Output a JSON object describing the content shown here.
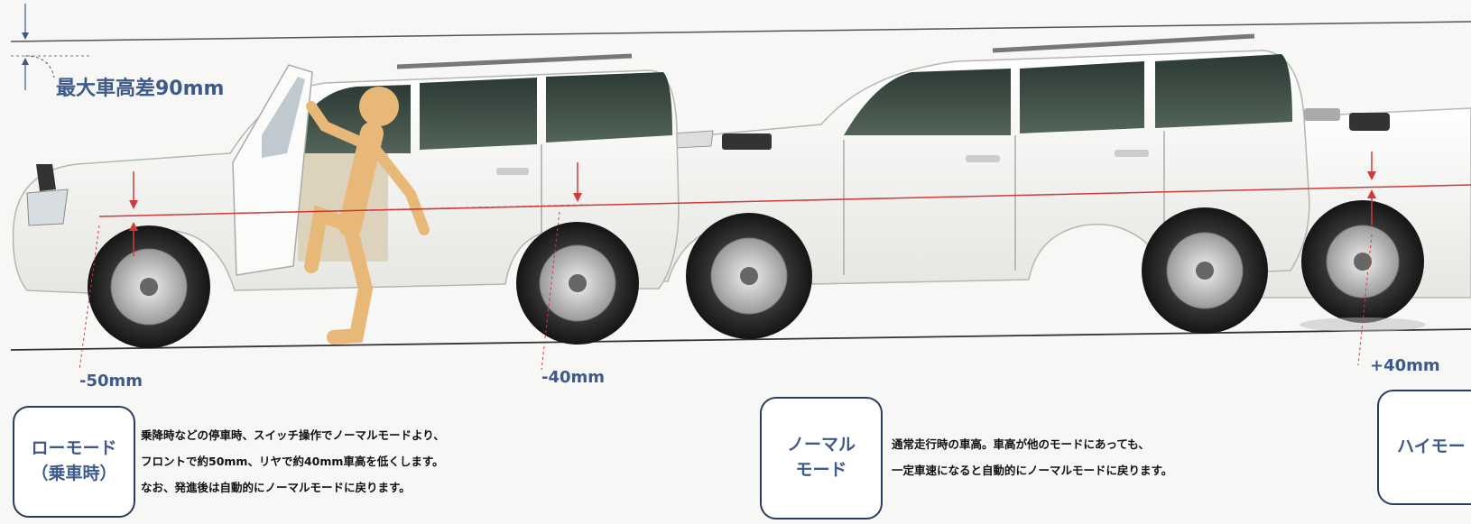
{
  "max_height_diff": "最大車高差90mm",
  "measurements": {
    "front_low": "-50mm",
    "rear_low": "-40mm",
    "high": "+40mm"
  },
  "modes": [
    {
      "title_lines": [
        "ローモード",
        "（乗車時）"
      ],
      "description_lines": [
        "乗降時などの停車時、スイッチ操作でノーマルモードより、",
        "フロントで約50mm、リヤで約40mm車高を低くします。",
        "なお、発進後は自動的にノーマルモードに戻ります。"
      ]
    },
    {
      "title_lines": [
        "ノーマル",
        "モード"
      ],
      "description_lines": [
        "通常走行時の車高。車高が他のモードにあっても、",
        "一定車速になると自動的にノーマルモードに戻ります。"
      ]
    },
    {
      "title_lines": [
        "ハイモー"
      ]
    }
  ],
  "colors": {
    "label_blue": "#3d5a8a",
    "box_border": "#2d3b5e",
    "reference_red": "#d23a3a",
    "figure_tan": "#e8b878"
  }
}
